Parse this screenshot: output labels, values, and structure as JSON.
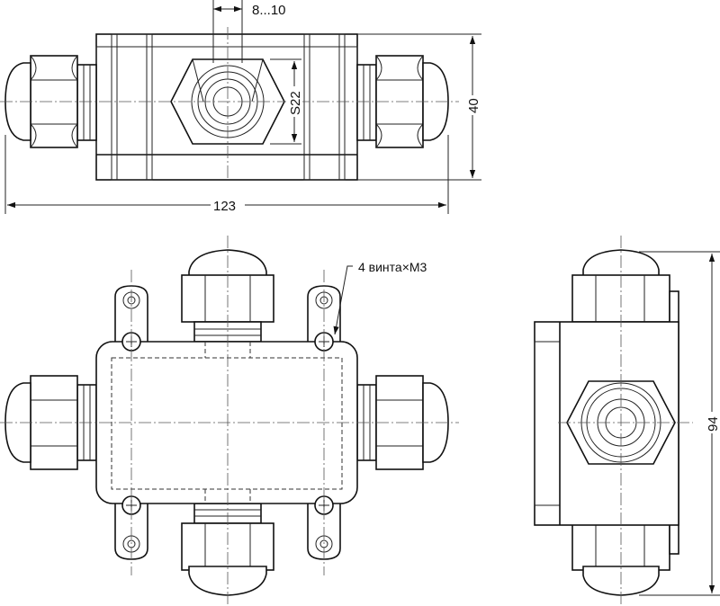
{
  "drawing": {
    "dimensions": {
      "overall_length": "123",
      "height": "40",
      "width": "94",
      "gland_opening": "8...10",
      "nut_size": "S22"
    },
    "callouts": {
      "screws": "4 винта×M3"
    }
  }
}
